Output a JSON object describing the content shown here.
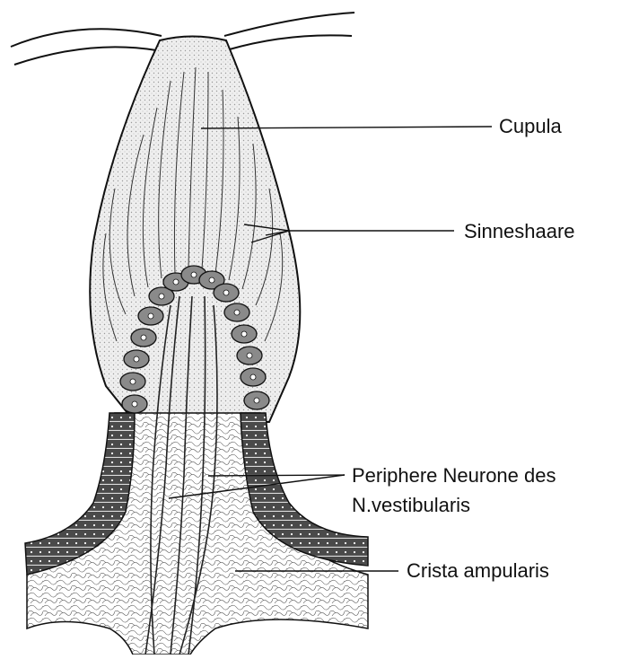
{
  "diagram": {
    "labels": {
      "cupula": "Cupula",
      "sinneshaare": "Sinneshaare",
      "neurone_line1": "Periphere Neurone des",
      "neurone_line2": "N.vestibularis",
      "crista": "Crista ampularis"
    },
    "colors": {
      "ink": "#111111",
      "cupula_fill": "#e4e4e4",
      "epithelium": "#3c3c3c",
      "tissue": "#f7f7f7"
    }
  }
}
